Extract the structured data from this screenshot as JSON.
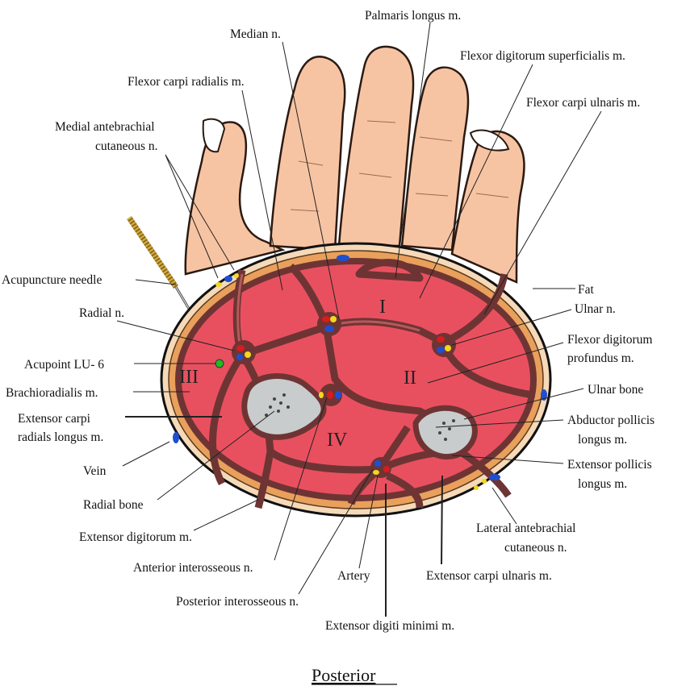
{
  "labels": {
    "palmaris_longus": "Palmaris longus m.",
    "median_n": "Median n.",
    "fds": "Flexor digitorum superficialis m.",
    "fcr": "Flexor carpi radialis m.",
    "fcu": "Flexor carpi ulnaris m.",
    "medial_cut_1": "Medial antebrachial",
    "medial_cut_2": "cutaneous n.",
    "needle": "Acupuncture needle",
    "fat": "Fat",
    "radial_n": "Radial n.",
    "ulnar_n": "Ulnar n.",
    "fdp_1": "Flexor digitorum",
    "fdp_2": "profundus m.",
    "acupoint": "Acupoint LU- 6",
    "brachioradialis": "Brachioradialis m.",
    "ulnar_bone": "Ulnar bone",
    "ecrl_1": "Extensor carpi",
    "ecrl_2": "radials longus m.",
    "apl_1": "Abductor pollicis",
    "apl_2": "longus m.",
    "vein": "Vein",
    "epl_1": "Extensor pollicis",
    "epl_2": "longus m.",
    "radial_bone": "Radial bone",
    "ext_dig": "Extensor digitorum m.",
    "lat_cut_1": "Lateral antebrachial",
    "lat_cut_2": "cutaneous n.",
    "ant_inteross": "Anterior interosseous n.",
    "artery": "Artery",
    "ecu": "Extensor carpi ulnaris m.",
    "post_inteross": "Posterior interosseous n.",
    "edm": "Extensor digiti minimi m."
  },
  "compartments": {
    "I": "I",
    "II": "II",
    "III": "III",
    "IV": "IV"
  },
  "orientation": "Posterior",
  "colors": {
    "muscle": "#e9505f",
    "fat": "#e9a05c",
    "skin": "#f6d9b8",
    "fascia": "#6e3434",
    "nerve": "#f2d81e",
    "vein": "#1f4fd1",
    "artery": "#d81b1b",
    "acupoint": "#22bb22",
    "bone": "#c8cccc"
  }
}
